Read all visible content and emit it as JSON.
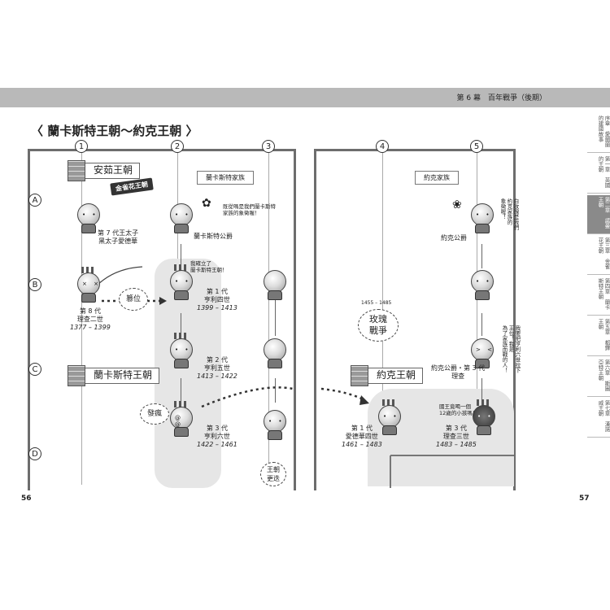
{
  "header": {
    "chapter": "第 6 幕　百年戰爭（後期）"
  },
  "title": "〈 蘭卡斯特王朝～約克王朝 〉",
  "columns": [
    "1",
    "2",
    "3",
    "4",
    "5"
  ],
  "rows": [
    "A",
    "B",
    "C",
    "D"
  ],
  "side_tabs": [
    "序章　愛爾蘭的建國故事",
    "第一章　英國的王朝",
    "第二章　諾曼王朝",
    "第三章　金雀花王朝",
    "第四章　蘭卡斯特王朝",
    "第五章　都鐸王朝",
    "第六章　斯圖亞特王朝",
    "第七章　漢諾威王朝"
  ],
  "dynasties": {
    "anjou": "安茹王朝",
    "lancaster_dyn": "蘭卡斯特王朝",
    "york_dyn": "約克王朝"
  },
  "ribbon": "金雀花王朝",
  "houses": {
    "lancaster": "蘭卡斯特家族",
    "york": "約克家族"
  },
  "people": {
    "black_prince": {
      "line1": "第 7 代王太子",
      "line2": "黑太子愛德華"
    },
    "richard2": {
      "gen": "第 8 代",
      "name": "理查二世",
      "years": "1377 – 1399"
    },
    "duke_lancaster": {
      "name": "蘭卡斯特公爵"
    },
    "henry4": {
      "gen": "第 1 代",
      "name": "亨利四世",
      "years": "1399 – 1413"
    },
    "henry5": {
      "gen": "第 2 代",
      "name": "亨利五世",
      "years": "1413 – 1422"
    },
    "henry6": {
      "gen": "第 3 代",
      "name": "亨利六世",
      "years": "1422 – 1461"
    },
    "duke_york": {
      "name": "約克公爵"
    },
    "richard_york": {
      "line1": "約克公爵・第 3 代",
      "line2": "理查"
    },
    "edward4": {
      "gen": "第 1 代",
      "name": "愛德華四世",
      "years": "1461 – 1483"
    },
    "richard3": {
      "gen": "第 3 代",
      "name": "理查三世",
      "years": "1483 – 1485"
    }
  },
  "speech": {
    "lancaster_rose": "既從嗎是我們蘭卡斯特\n家族的象徵喔！",
    "henry4": "我確立了\n蘭卡斯特王朝！",
    "york_rose": "白玫瑰是我們\n約克家族的\n象徵喔！",
    "richard_york": "我要把亨利六世拉下\n王位！我是\n為了家族而戰的人！",
    "richard3": "國王竟喝一個\n12歲的小孩嗎！"
  },
  "badges": {
    "usurp": "篡位",
    "rose_war": "玫瑰\n戰爭",
    "rose_war_years": "1455 – 1485",
    "mad": "發瘋",
    "change": "王朝\n更迭"
  },
  "pages": {
    "left": "56",
    "right": "57"
  }
}
